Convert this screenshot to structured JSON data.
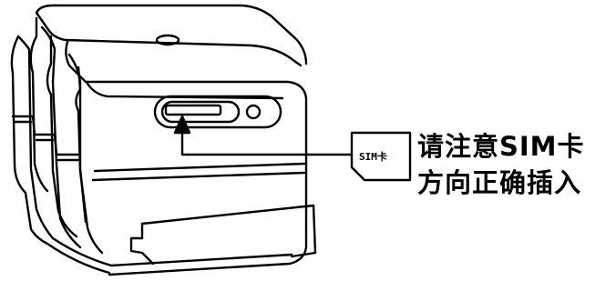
{
  "sim_card": {
    "label": "SIM卡"
  },
  "instruction": {
    "line1": "请注意SIM卡",
    "line2": "方向正确插入"
  },
  "colors": {
    "stroke": "#000000",
    "background": "#ffffff"
  }
}
